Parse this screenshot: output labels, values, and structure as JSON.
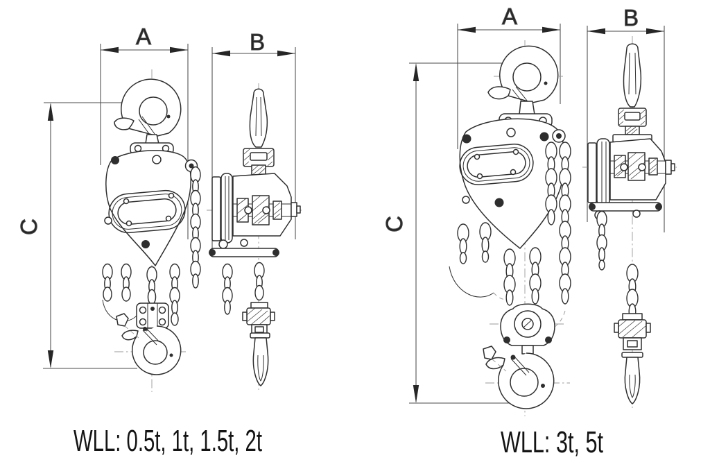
{
  "diagram": {
    "colors": {
      "background": "#ffffff",
      "line_ink": "#2e2e2e",
      "dim_ink": "#262626"
    },
    "left_unit": {
      "dim_width_front": "A",
      "dim_width_side": "B",
      "dim_height": "C",
      "wll_text": "WLL: 0.5t, 1t, 1.5t, 2t"
    },
    "right_unit": {
      "dim_width_front": "A",
      "dim_width_side": "B",
      "dim_height": "C",
      "wll_text": "WLL: 3t, 5t"
    }
  }
}
